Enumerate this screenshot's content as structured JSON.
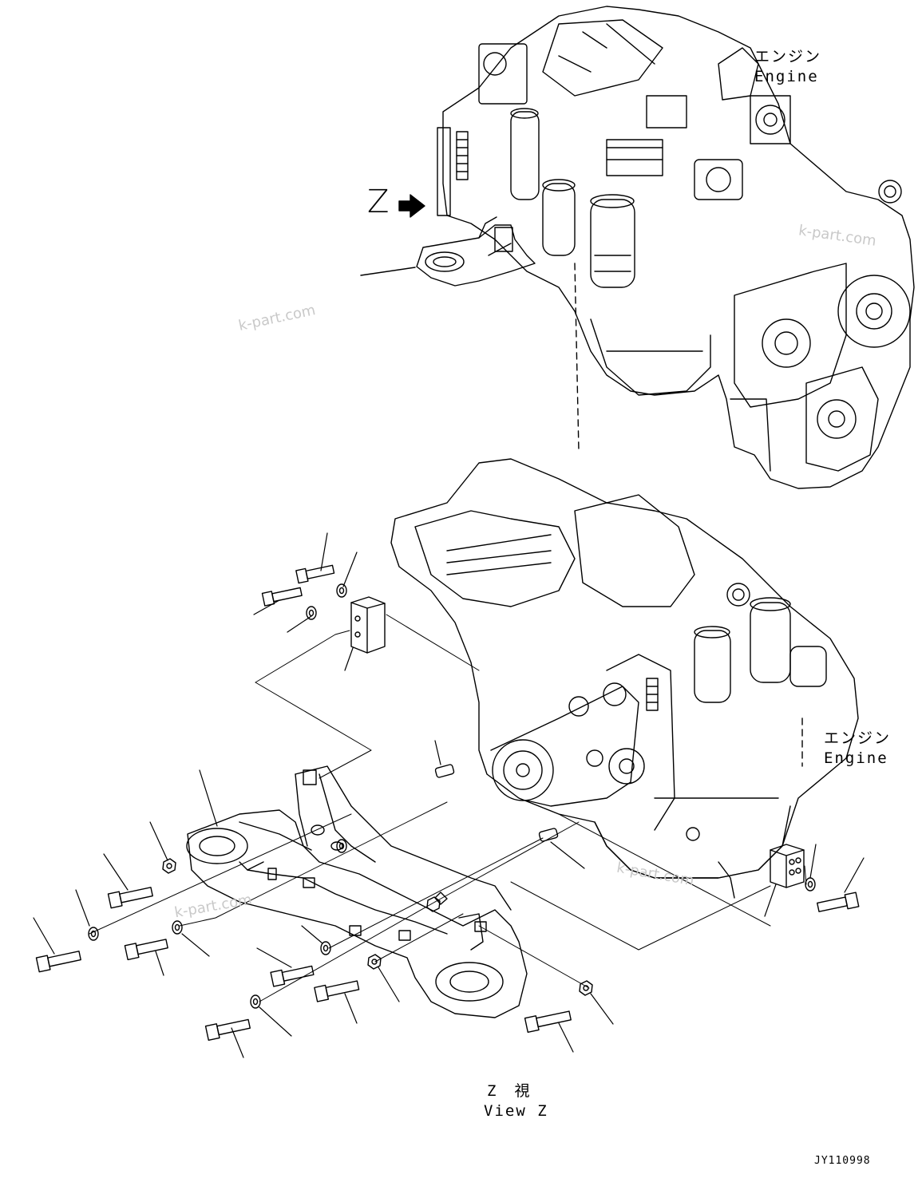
{
  "labels": {
    "engine_top_jp": "エンジン",
    "engine_top_en": "Engine",
    "engine_mid_jp": "エンジン",
    "engine_mid_en": "Engine",
    "view_mark": "Z",
    "view_caption_jp": "Z　視",
    "view_caption_en": "View Z",
    "drawing_code": "JY110998"
  },
  "watermarks": [
    "k-part.com",
    "k-part.com",
    "k-part.com",
    "k-part.com"
  ],
  "colors": {
    "line": "#000000",
    "watermark": "#c9c9c9",
    "background": "#ffffff"
  }
}
